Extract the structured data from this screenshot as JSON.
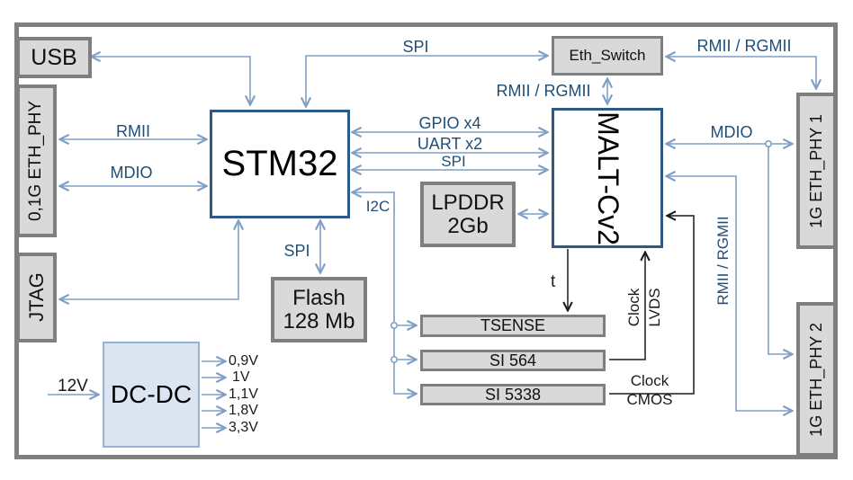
{
  "diagram": {
    "blocks": {
      "usb": {
        "label": "USB"
      },
      "eth_phy_01g": {
        "label": "0,1G ETH_PHY"
      },
      "jtag": {
        "label": "JTAG"
      },
      "stm32": {
        "label": "STM32"
      },
      "dcdc": {
        "label": "DC-DC"
      },
      "flash": {
        "label_line1": "Flash",
        "label_line2": "128 Mb"
      },
      "lpddr": {
        "label_line1": "LPDDR",
        "label_line2": "2Gb"
      },
      "eth_switch": {
        "label": "Eth_Switch"
      },
      "malt": {
        "label": "MALT-Cv2"
      },
      "tsense": {
        "label": "TSENSE"
      },
      "si564": {
        "label": "SI 564"
      },
      "si5338": {
        "label": "SI 5338"
      },
      "eth_phy1": {
        "label": "1G ETH_PHY 1"
      },
      "eth_phy2": {
        "label": "1G ETH_PHY 2"
      }
    },
    "bus_labels": {
      "spi_top": "SPI",
      "rmii_rgmii_top": "RMII / RGMII",
      "rmii_rgmii_switch": "RMII / RGMII",
      "rmii_left": "RMII",
      "mdio_left": "MDIO",
      "gpio": "GPIO x4",
      "uart": "UART x2",
      "spi_center": "SPI",
      "i2c": "I2C",
      "spi_flash": "SPI",
      "mdio_right": "MDIO",
      "rmii_rgmii_phy2": "RMII / RGMII",
      "t_sense": "t",
      "clock_lvds_line1": "Clock",
      "clock_lvds_line2": "LVDS",
      "clock_cmos_line1": "Clock",
      "clock_cmos_line2": "CMOS"
    },
    "power": {
      "input": "12V",
      "outputs": [
        "0,9V",
        "1V",
        "1,1V",
        "1,8V",
        "3,3V"
      ]
    },
    "colors": {
      "line_blue": "#7f9fc6",
      "line_black": "#1a1a1a",
      "label_navy": "#1f4e79",
      "block_fill_gray": "#d9d9d9",
      "block_border_gray": "#7f7f7f",
      "frame_border": "#808080",
      "mcu_border_blue": "#2d5986",
      "dcdc_fill": "#dbe5f1",
      "dcdc_border": "#95b3d7"
    }
  }
}
